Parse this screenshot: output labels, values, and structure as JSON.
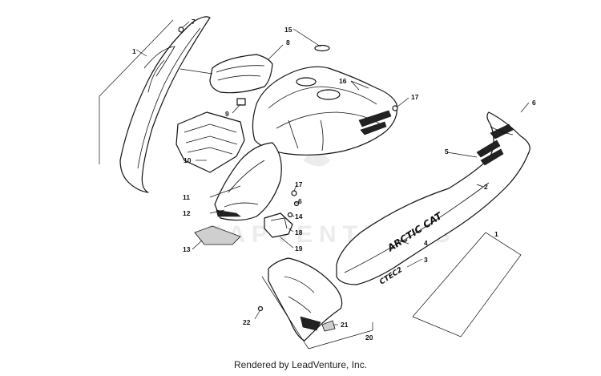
{
  "footer": "Rendered by LeadVenture, Inc.",
  "watermark": "ZAPVENTURES",
  "decal_text": {
    "arctic_cat": "ARCTIC CAT",
    "ctec": "CTEC2"
  },
  "callouts": {
    "c1a": "1",
    "c1b": "1",
    "c2": "2",
    "c3": "3",
    "c4": "4",
    "c5": "5",
    "c6a": "6",
    "c6b": "6",
    "c7": "7",
    "c8": "8",
    "c9": "9",
    "c10": "10",
    "c11": "11",
    "c12": "12",
    "c13": "13",
    "c14": "14",
    "c15": "15",
    "c16": "16",
    "c17a": "17",
    "c17b": "17",
    "c18": "18",
    "c19": "19",
    "c20": "20",
    "c21": "21",
    "c22": "22"
  }
}
